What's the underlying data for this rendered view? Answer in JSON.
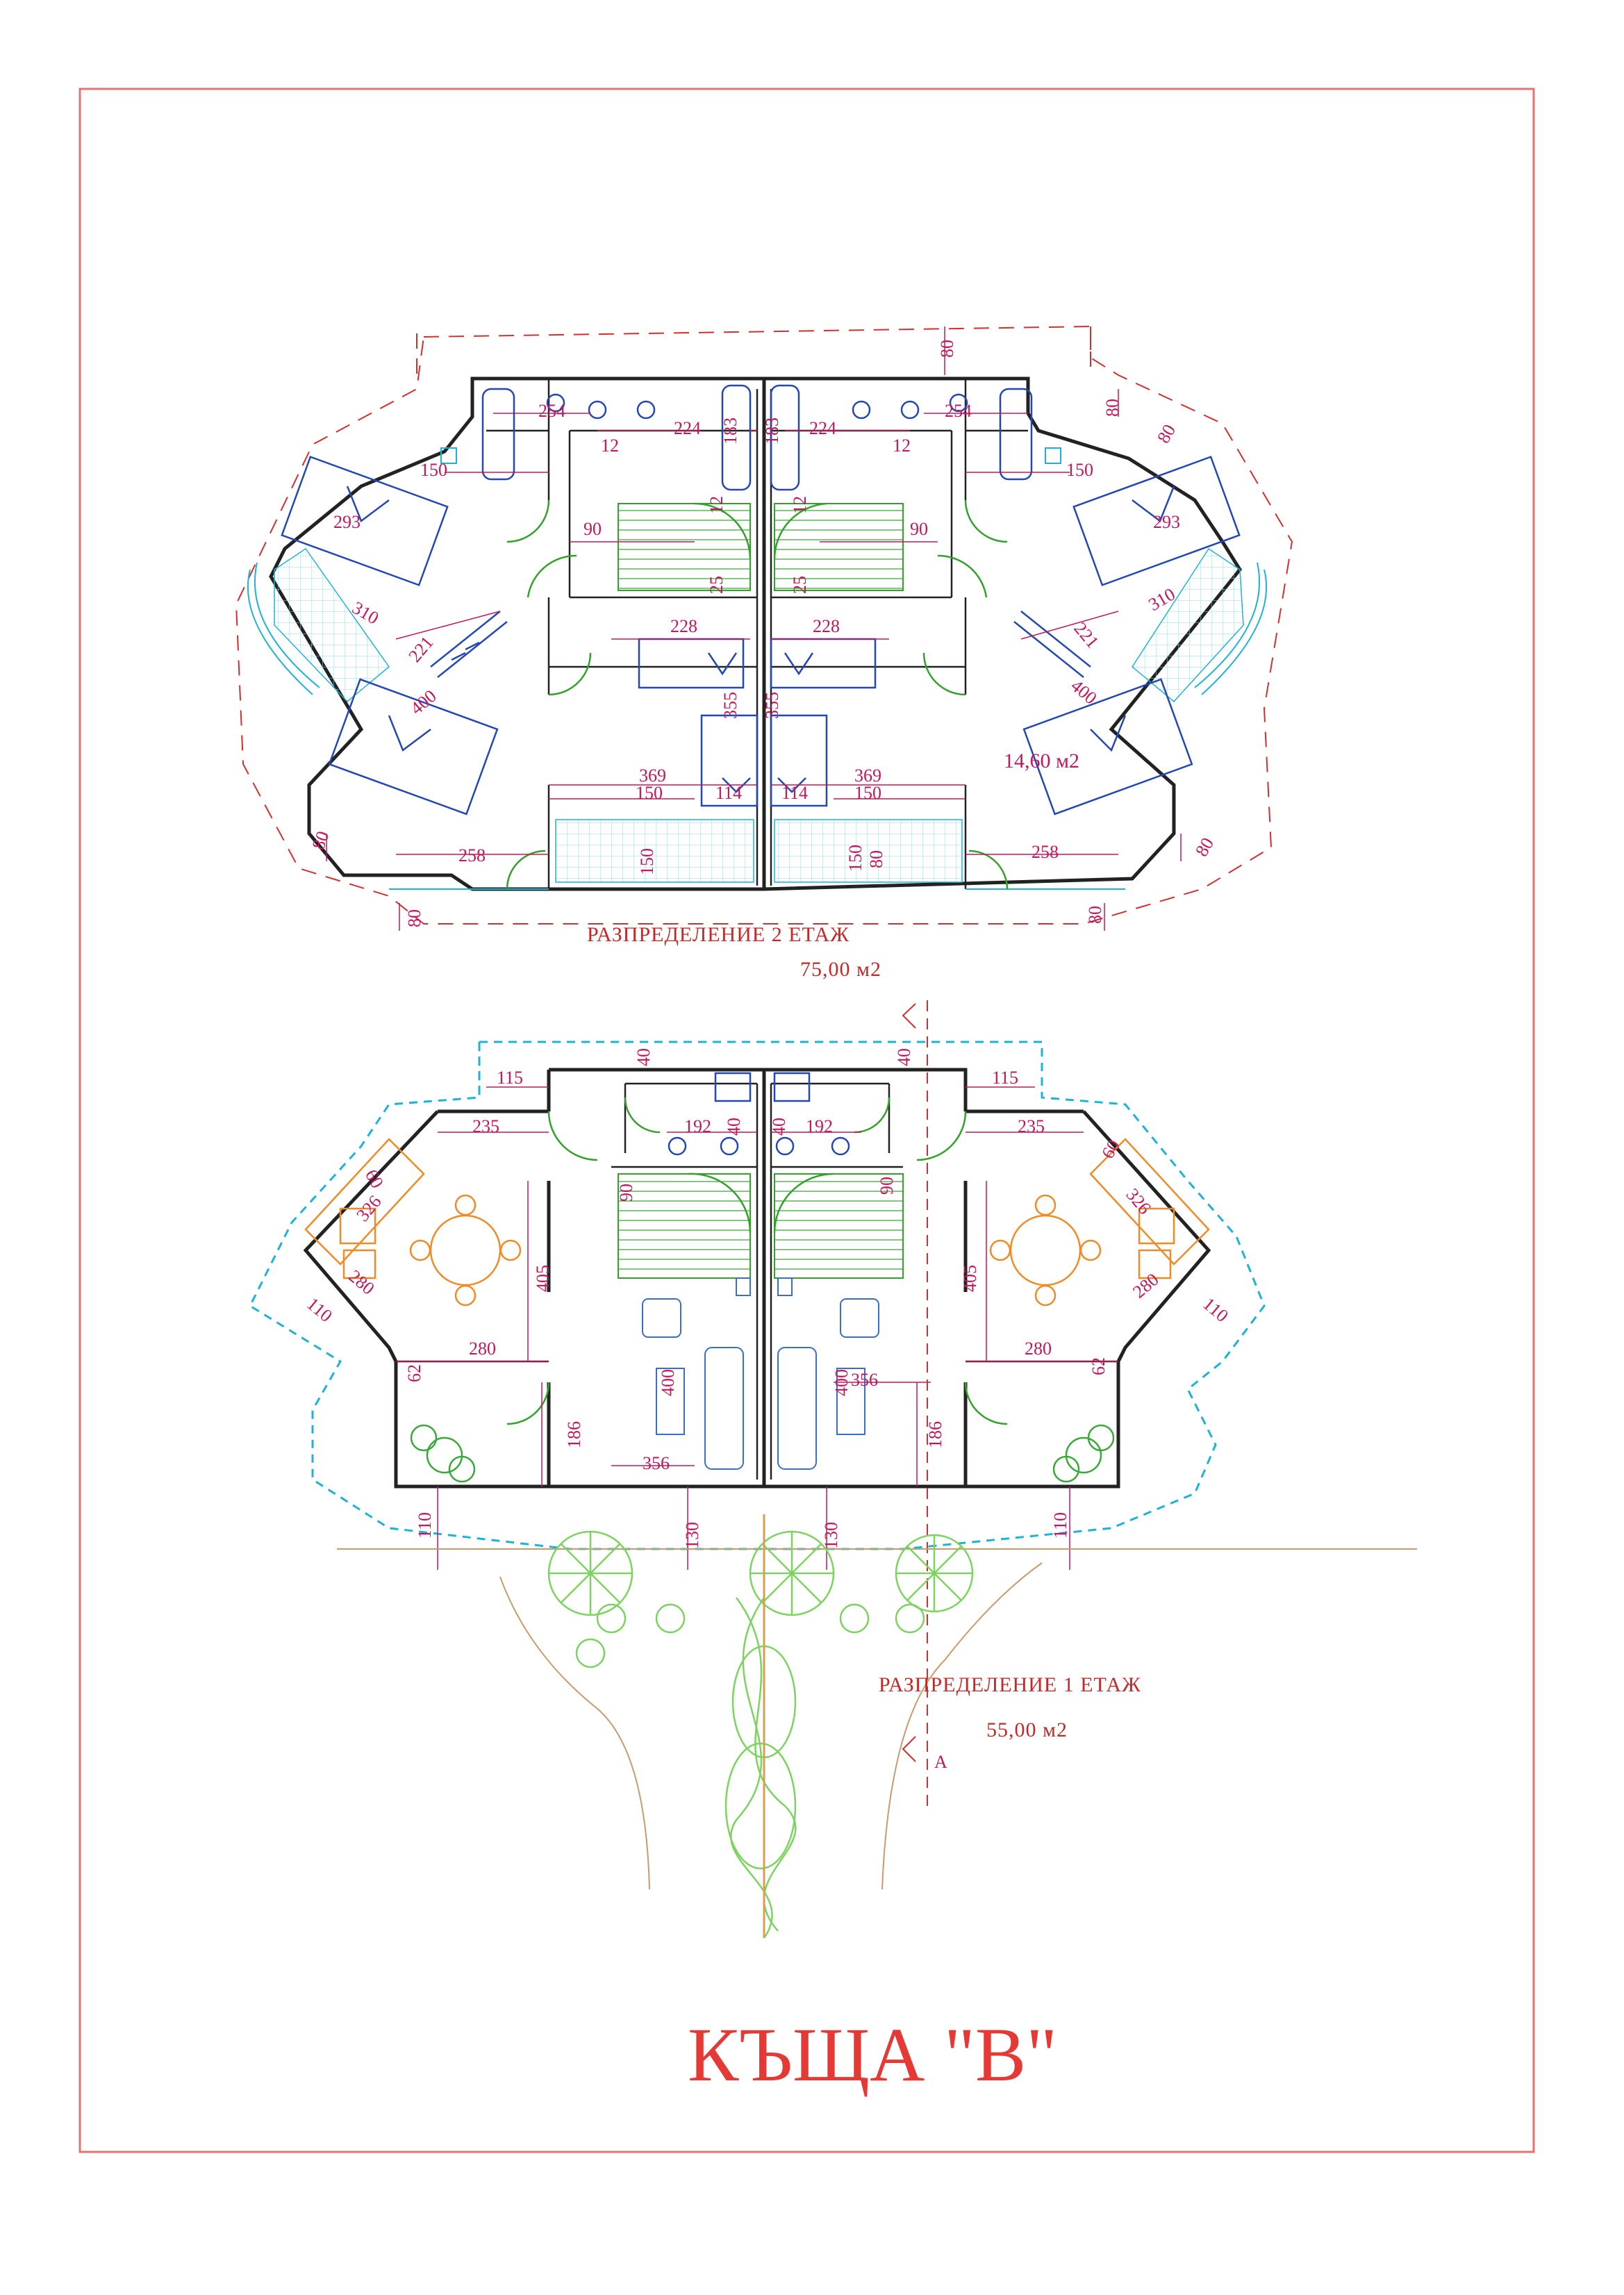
{
  "title": "КЪЩА \"B\"",
  "floor2": {
    "caption": "РАЗПРЕДЕЛЕНИЕ 2 ЕТАЖ",
    "area": "75,00 м2",
    "room_area_label": "14,60 м2",
    "dims": {
      "d80": "80",
      "d254": "254",
      "d224": "224",
      "d183": "183",
      "d12": "12",
      "d150": "150",
      "d90": "90",
      "d293": "293",
      "d25": "25",
      "d310": "310",
      "d221": "221",
      "d228": "228",
      "d400": "400",
      "d355": "355",
      "d369": "369",
      "d114": "114",
      "d258": "258"
    }
  },
  "floor1": {
    "caption": "РАЗПРЕДЕЛЕНИЕ 1 ЕТАЖ",
    "area": "55,00 м2",
    "section_mark": "A",
    "dims": {
      "d40": "40",
      "d115": "115",
      "d235": "235",
      "d192": "192",
      "d60": "60",
      "d326": "326",
      "d90": "90",
      "d405": "405",
      "d280": "280",
      "d110": "110",
      "d62": "62",
      "d400": "400",
      "d356": "356",
      "d186": "186",
      "d130": "130"
    }
  },
  "colors": {
    "border": "#e57373",
    "dimension": "#c2185b",
    "wall": "#222222",
    "door": "#33a12a",
    "fixture": "#2347b5",
    "balcony": "#1eb3d6",
    "kitchen": "#f08a24",
    "title": "#e53935"
  }
}
